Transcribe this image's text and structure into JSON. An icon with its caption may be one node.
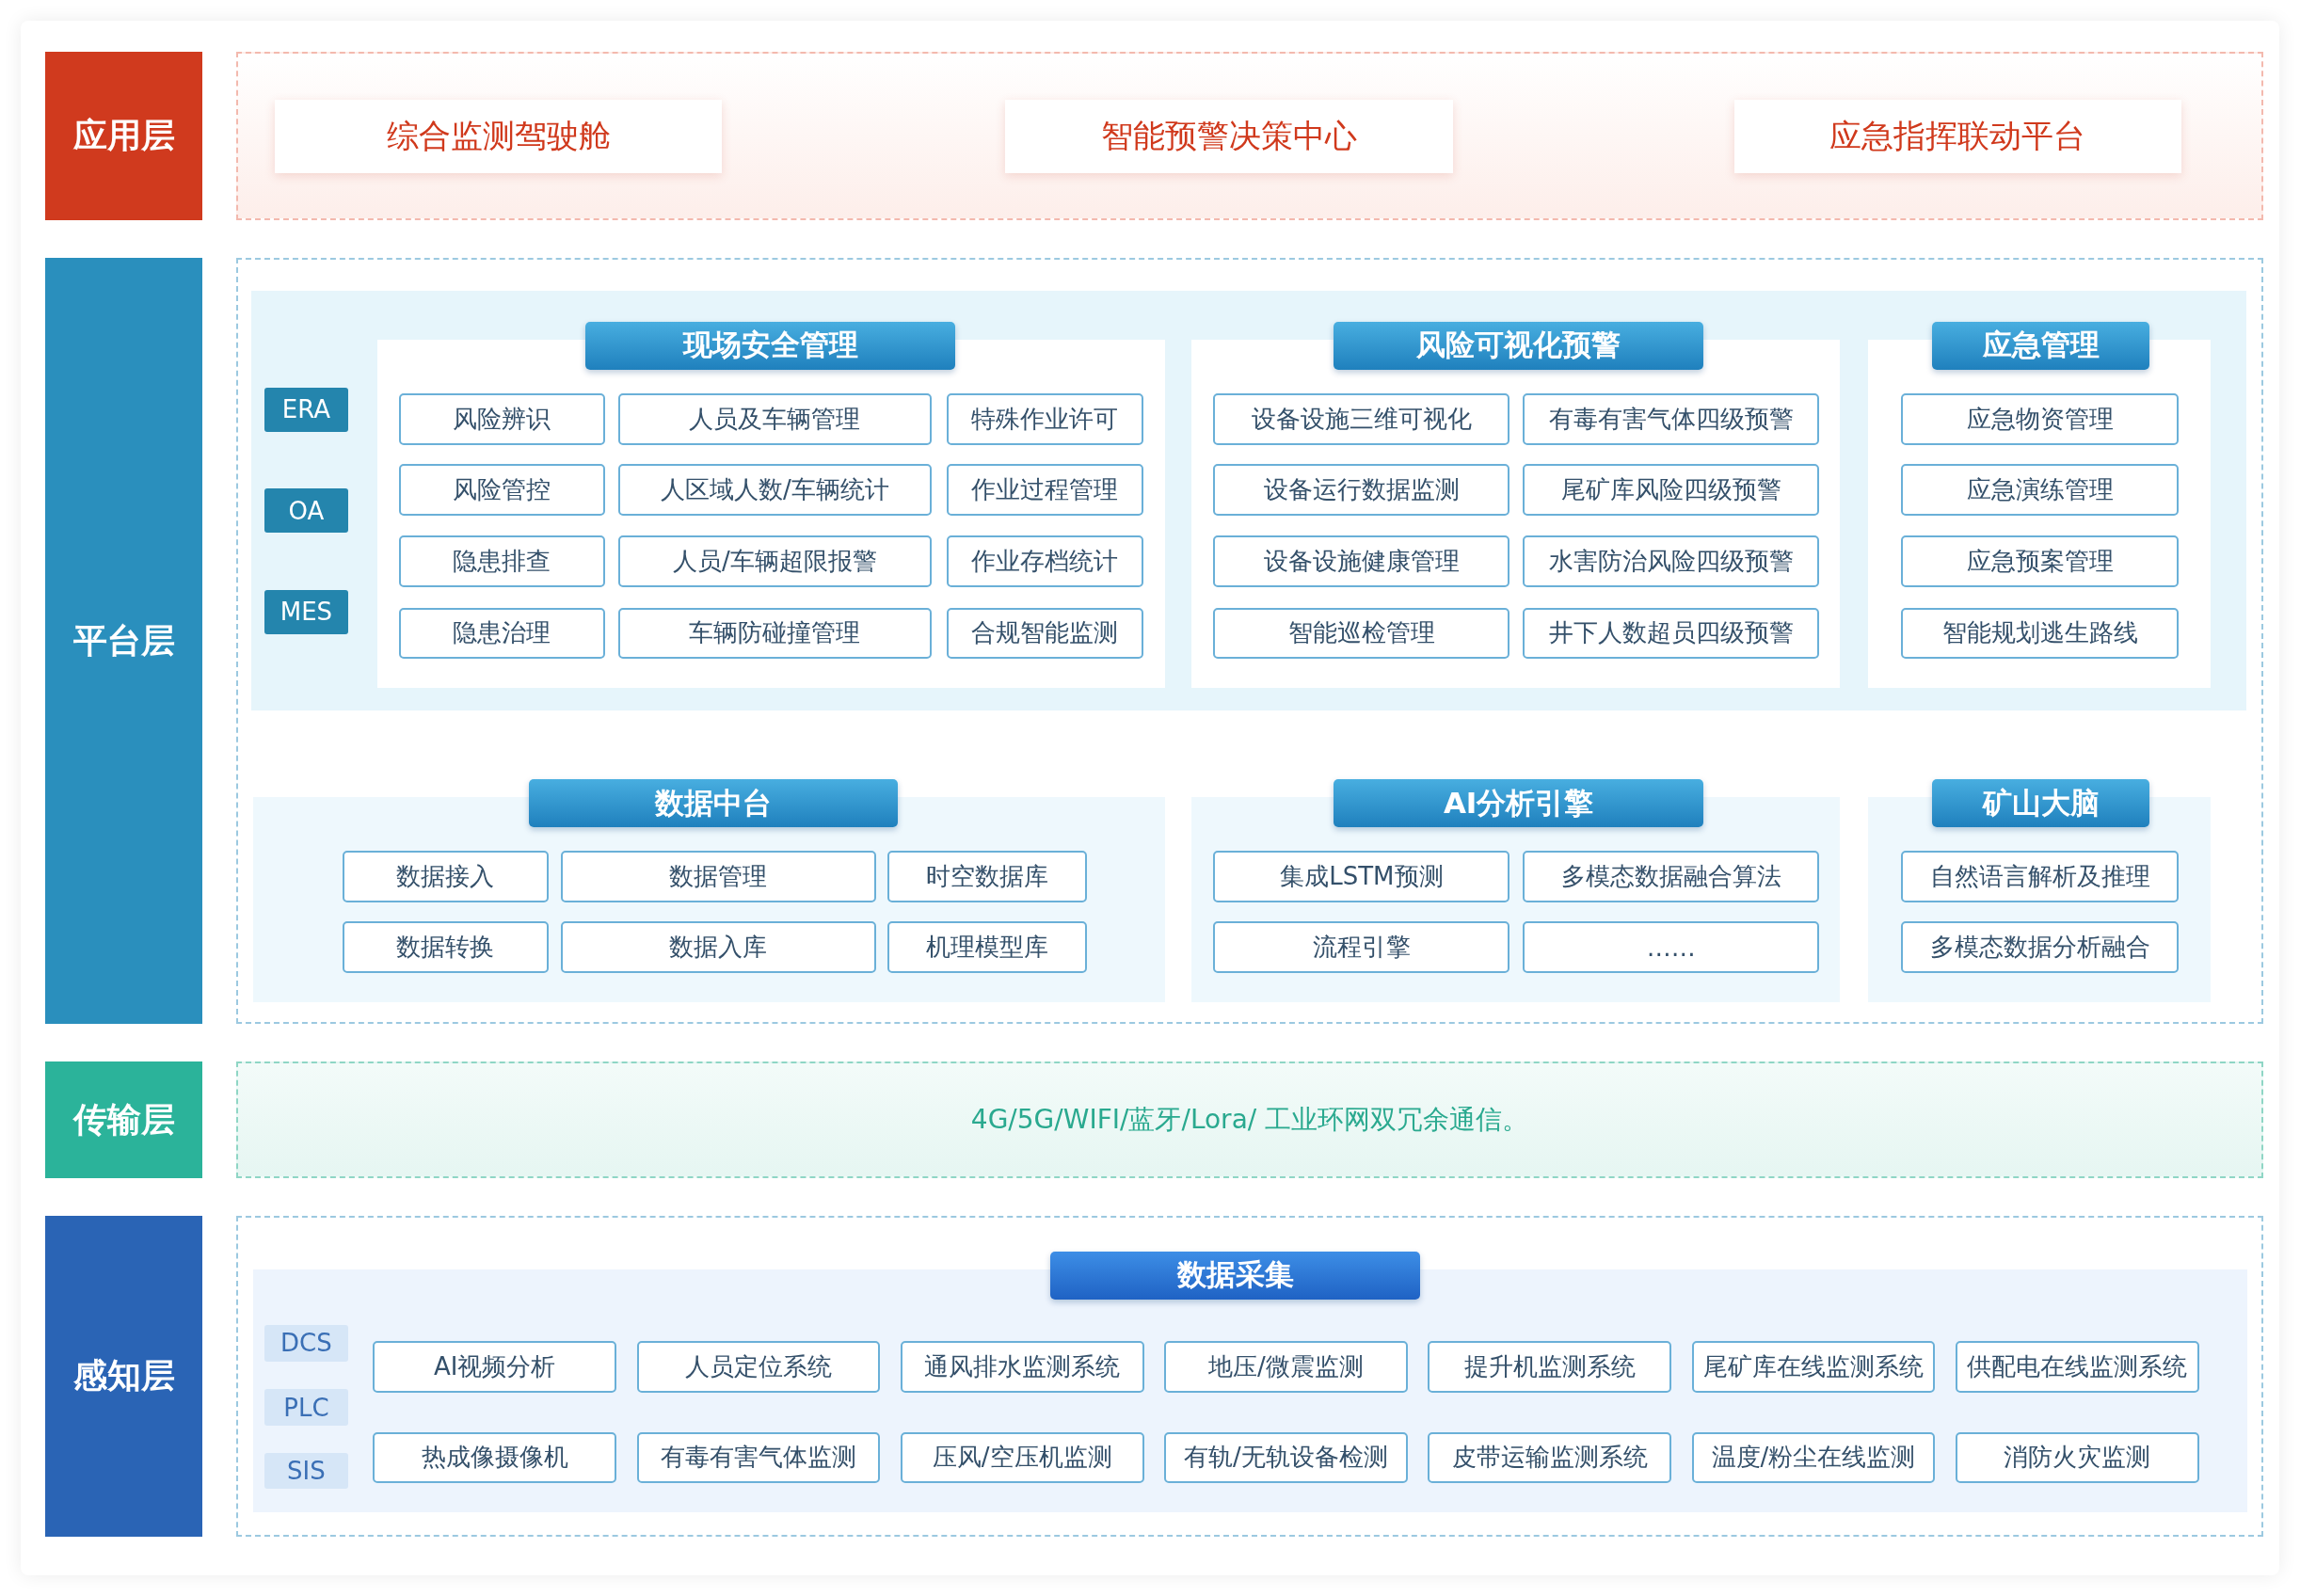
{
  "diagram": {
    "nodes": [
      {
        "text": [
          "应用层"
        ]
      },
      {
        "text": [],
        "shape": "box"
      },
      {
        "text": [
          "综合监测驾驶舱"
        ],
        "in": 1
      },
      {
        "text": [
          "智能预警决策中心"
        ],
        "in": 1
      },
      {
        "text": [
          "应急指挥联动平台"
        ],
        "in": 1
      },
      {
        "text": [
          "平台层"
        ]
      },
      {
        "text": [],
        "shape": "box"
      },
      {
        "text": [
          "ERA"
        ],
        "in": 6
      },
      {
        "text": [
          "OA"
        ],
        "in": 6
      },
      {
        "text": [
          "MES"
        ],
        "in": 6
      },
      {
        "text": [
          "现场安全管理"
        ],
        "in": 6
      },
      {
        "text": [
          "风险辨识"
        ],
        "in": 10
      },
      {
        "text": [
          "人员及车辆管理"
        ],
        "in": 10
      },
      {
        "text": [
          "特殊作业许可"
        ],
        "in": 10
      },
      {
        "text": [
          "风险管控"
        ],
        "in": 10
      },
      {
        "text": [
          "人区域人数/车辆统计"
        ],
        "in": 10
      },
      {
        "text": [
          "作业过程管理"
        ],
        "in": 10
      },
      {
        "text": [
          "隐患排查"
        ],
        "in": 10
      },
      {
        "text": [
          "人员/车辆超限报警"
        ],
        "in": 10
      },
      {
        "text": [
          "作业存档统计"
        ],
        "in": 10
      },
      {
        "text": [
          "隐患治理"
        ],
        "in": 10
      },
      {
        "text": [
          "车辆防碰撞管理"
        ],
        "in": 10
      },
      {
        "text": [
          "合规智能监测"
        ],
        "in": 10
      },
      {
        "text": [
          "风险可视化预警"
        ],
        "in": 6
      },
      {
        "text": [
          "设备设施三维可视化"
        ],
        "in": 23
      },
      {
        "text": [
          "有毒有害气体四级预警"
        ],
        "in": 23
      },
      {
        "text": [
          "设备运行数据监测"
        ],
        "in": 23
      },
      {
        "text": [
          "尾矿库风险四级预警"
        ],
        "in": 23
      },
      {
        "text": [
          "设备设施健康管理"
        ],
        "in": 23
      },
      {
        "text": [
          "水害防治风险四级预警"
        ],
        "in": 23
      },
      {
        "text": [
          "智能巡检管理"
        ],
        "in": 23
      },
      {
        "text": [
          "井下人数超员四级预警"
        ],
        "in": 23
      },
      {
        "text": [
          "应急管理"
        ],
        "in": 6
      },
      {
        "text": [
          "应急物资管理"
        ],
        "in": 32
      },
      {
        "text": [
          "应急演练管理"
        ],
        "in": 32
      },
      {
        "text": [
          "应急预案管理"
        ],
        "in": 32
      },
      {
        "text": [
          "智能规划逃生路线"
        ],
        "in": 32
      },
      {
        "text": [
          "数据中台"
        ],
        "in": 6
      },
      {
        "text": [
          "数据接入"
        ],
        "in": 37
      },
      {
        "text": [
          "数据管理"
        ],
        "in": 37
      },
      {
        "text": [
          "时空数据库"
        ],
        "in": 37
      },
      {
        "text": [
          "数据转换"
        ],
        "in": 37
      },
      {
        "text": [
          "数据入库"
        ],
        "in": 37
      },
      {
        "text": [
          "机理模型库"
        ],
        "in": 37
      },
      {
        "text": [
          "AI分析引擎"
        ],
        "in": 6
      },
      {
        "text": [
          "集成LSTM预测"
        ],
        "in": 44
      },
      {
        "text": [
          "多模态数据融合算法"
        ],
        "in": 44
      },
      {
        "text": [
          "流程引擎"
        ],
        "in": 44
      },
      {
        "text": [
          "……"
        ],
        "in": 44
      },
      {
        "text": [
          "矿山大脑"
        ],
        "in": 6
      },
      {
        "text": [
          "自然语言解析及推理"
        ],
        "in": 49
      },
      {
        "text": [
          "多模态数据分析融合"
        ],
        "in": 49
      },
      {
        "text": [
          "传输层"
        ]
      },
      {
        "text": [
          "4G/5G/WIFI/蓝牙/Lora/ 工业环网双冗余通信。"
        ]
      },
      {
        "text": [
          "感知层"
        ]
      },
      {
        "text": [],
        "shape": "box"
      },
      {
        "text": [
          "数据采集"
        ],
        "in": 55
      },
      {
        "text": [
          "DCS"
        ],
        "in": 56
      },
      {
        "text": [
          "PLC"
        ],
        "in": 56
      },
      {
        "text": [
          "SIS"
        ],
        "in": 56
      },
      {
        "text": [
          "AI视频分析"
        ],
        "in": 56
      },
      {
        "text": [
          "人员定位系统"
        ],
        "in": 56
      },
      {
        "text": [
          "通风排水监测系统"
        ],
        "in": 56
      },
      {
        "text": [
          "地压/微震监测"
        ],
        "in": 56
      },
      {
        "text": [
          "提升机监测系统"
        ],
        "in": 56
      },
      {
        "text": [
          "尾矿库在线监测系统"
        ],
        "in": 56
      },
      {
        "text": [
          "供配电在线监测系统"
        ],
        "in": 56
      },
      {
        "text": [
          "热成像摄像机"
        ],
        "in": 56
      },
      {
        "text": [
          "有毒有害气体监测"
        ],
        "in": 56
      },
      {
        "text": [
          "压风/空压机监测"
        ],
        "in": 56
      },
      {
        "text": [
          "有轨/无轨设备检测"
        ],
        "in": 56
      },
      {
        "text": [
          "皮带运输监测系统"
        ],
        "in": 56
      },
      {
        "text": [
          "温度/粉尘在线监测"
        ],
        "in": 56
      },
      {
        "text": [
          "消防火灾监测"
        ],
        "in": 56
      }
    ],
    "edges": []
  }
}
